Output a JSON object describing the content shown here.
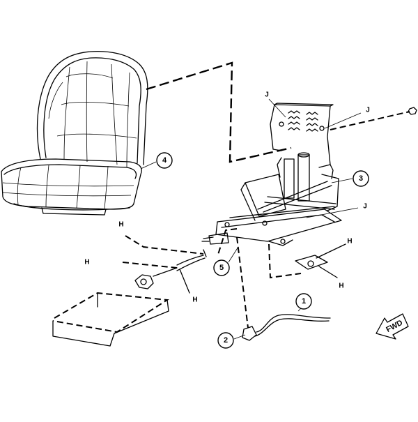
{
  "callouts": [
    {
      "id": "c1",
      "text": "1"
    },
    {
      "id": "c2",
      "text": "2"
    },
    {
      "id": "c3",
      "text": "3"
    },
    {
      "id": "c4",
      "text": "4"
    },
    {
      "id": "c5",
      "text": "5"
    }
  ],
  "letter_labels": [
    {
      "id": "j1",
      "text": "J"
    },
    {
      "id": "j2",
      "text": "J"
    },
    {
      "id": "j3",
      "text": "J"
    },
    {
      "id": "h1",
      "text": "H"
    },
    {
      "id": "h2",
      "text": "H"
    },
    {
      "id": "h3",
      "text": "H"
    },
    {
      "id": "h4",
      "text": "H"
    },
    {
      "id": "h5",
      "text": "H"
    }
  ],
  "direction_arrow": {
    "text": "FWD"
  }
}
